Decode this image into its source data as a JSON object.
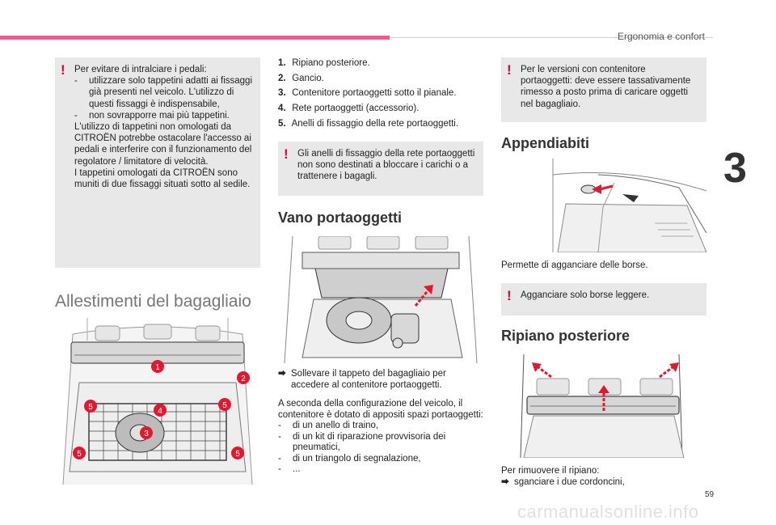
{
  "header": {
    "section": "Ergonomia e confort"
  },
  "chapter_number": "3",
  "page_number": "59",
  "watermark": "carmanualsonline.info",
  "warning1": {
    "intro": "Per evitare di intralciare i pedali:",
    "items": [
      "utilizzare solo tappetini adatti ai fissaggi già presenti nel veicolo. L'utilizzo di questi fissaggi è indispensabile,",
      "non sovrapporre mai più tappetini."
    ],
    "text1": "L'utilizzo di tappetini non omologati da CITROËN potrebbe ostacolare l'accesso ai pedali e interferire con il funzionamento del regolatore / limitatore di velocità.",
    "text2": "I tappetini omologati da CITROËN sono muniti di due fissaggi situati sotto al sedile."
  },
  "section1_title": "Allestimenti del bagagliaio",
  "callouts": [
    "1",
    "2",
    "3",
    "4",
    "5"
  ],
  "parts": [
    {
      "num": "1.",
      "label": "Ripiano posteriore."
    },
    {
      "num": "2.",
      "label": "Gancio."
    },
    {
      "num": "3.",
      "label": "Contenitore portaoggetti sotto il pianale."
    },
    {
      "num": "4.",
      "label": "Rete portaoggetti (accessorio)."
    },
    {
      "num": "5.",
      "label": "Anelli di fissaggio della rete portaoggetti."
    }
  ],
  "warning2": "Gli anelli di fissaggio della rete portaoggetti non sono destinati a bloccare i carichi o a trattenere i bagagli.",
  "section2_title": "Vano portaoggetti",
  "step_symbol": "⮕",
  "section2_step": "Sollevare il tappeto del bagagliaio per accedere al contenitore portaoggetti.",
  "section2_text": "A seconda della configurazione del veicolo, il contenitore è dotato di appositi spazi portaoggetti:",
  "section2_items": [
    "di un anello di traino,",
    "di un kit di riparazione provvisoria dei pneumatici,",
    "di un triangolo di segnalazione,",
    "..."
  ],
  "warning3": "Per le versioni con contenitore portaoggetti: deve essere tassativamente rimesso a posto prima di caricare oggetti nel bagagliaio.",
  "section3_title": "Appendiabiti",
  "section3_text": "Permette di agganciare delle borse.",
  "warning4": "Agganciare solo borse leggere.",
  "section4_title": "Ripiano posteriore",
  "section4_text": "Per rimuovere il ripiano:",
  "section4_step": "sganciare i due cordoncini,"
}
